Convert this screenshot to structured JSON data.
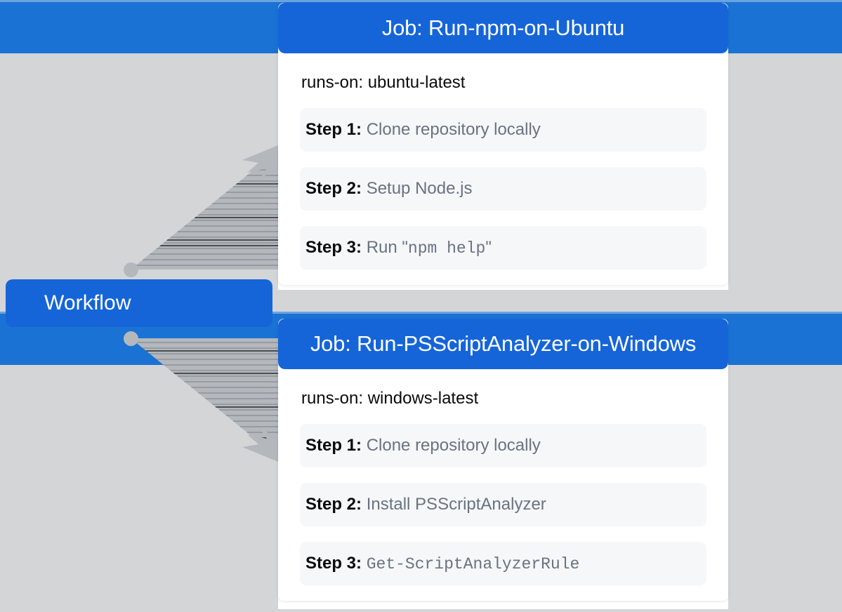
{
  "theme": {
    "background": "#d4d5d7",
    "node_blue": "#1565d8",
    "band_blue": "#1a73d4",
    "card_white": "#ffffff",
    "step_row_bg": "#f5f7f9",
    "step_label_color": "#0b0b0b",
    "step_text_color": "#6b7280",
    "connector_gray": "#b4b8bd"
  },
  "root": {
    "label": "Workflow"
  },
  "jobs": [
    {
      "header": "Job: Run-npm-on-Ubuntu",
      "runs_on": "runs-on: ubuntu-latest",
      "steps": [
        {
          "label": "Step 1:",
          "text_before": "Clone repository locally",
          "mono": "",
          "text_after": ""
        },
        {
          "label": "Step 2:",
          "text_before": "Setup Node.js",
          "mono": "",
          "text_after": ""
        },
        {
          "label": "Step 3:",
          "text_before": "Run \"",
          "mono": "npm help",
          "text_after": "\""
        }
      ]
    },
    {
      "header": "Job: Run-PSScriptAnalyzer-on-Windows",
      "runs_on": "runs-on: windows-latest",
      "steps": [
        {
          "label": "Step 1:",
          "text_before": "Clone repository locally",
          "mono": "",
          "text_after": ""
        },
        {
          "label": "Step 2:",
          "text_before": "Install PSScriptAnalyzer",
          "mono": "",
          "text_after": ""
        },
        {
          "label": "Step 3:",
          "text_before": "",
          "mono": "Get-ScriptAnalyzerRule",
          "text_after": ""
        }
      ]
    }
  ],
  "edges": [
    {
      "from": "workflow",
      "to": "Job: Run-npm-on-Ubuntu"
    },
    {
      "from": "workflow",
      "to": "Job: Run-PSScriptAnalyzer-on-Windows"
    }
  ]
}
